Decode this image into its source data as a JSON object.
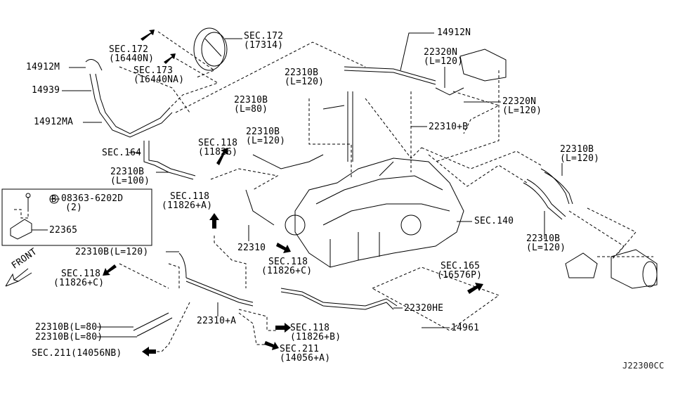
{
  "labels": {
    "sec172_top": [
      "SEC.172",
      "(17314)"
    ],
    "sec172_16440n": [
      "SEC.172",
      "(16440N)"
    ],
    "sec173": [
      "SEC.173",
      "(16440NA)"
    ],
    "p14912m": "14912M",
    "p14939": "14939",
    "p14912ma": "14912MA",
    "p14912n": "14912N",
    "p22320n_top": [
      "22320N",
      "(L=120)"
    ],
    "p22310b_120_a": [
      "22310B",
      "(L=120)"
    ],
    "p22310b_80_a": [
      "22310B",
      "(L=80)"
    ],
    "p22320n_right": [
      "22320N",
      "(L=120)"
    ],
    "p22310_b": "22310+B",
    "p22310b_120_b": [
      "22310B",
      "(L=120)"
    ],
    "sec118_11826": [
      "SEC.118",
      "(11826)"
    ],
    "sec164": "SEC.164",
    "p22310b_100": [
      "22310B",
      "(L=100)"
    ],
    "p22310b_120_right_top": [
      "22310B",
      "(L=120)"
    ],
    "bolt_b": "B",
    "bolt_part": [
      "08363-6202D",
      "(2)"
    ],
    "p22365": "22365",
    "sec118_11826a": [
      "SEC.118",
      "(11826+A)"
    ],
    "sec140": "SEC.140",
    "p22310b_120_right_bottom": [
      "22310B",
      "(L=120)"
    ],
    "p22310": "22310",
    "sec118_11826c_mid": [
      "SEC.118",
      "(11826+C)"
    ],
    "p22310b_120_left": "22310B(L=120)",
    "front": "FRONT",
    "sec118_11826c_left": [
      "SEC.118",
      "(11826+C)"
    ],
    "sec165": [
      "SEC.165",
      "(16576P)"
    ],
    "p22320he": "22320HE",
    "p22310b_80_1": "22310B(L=80)",
    "p22310b_80_2": "22310B(L=80)",
    "p22310_a": "22310+A",
    "sec118_11826b": [
      "SEC.118",
      "(11826+B)"
    ],
    "p14961": "14961",
    "sec211_14056a": [
      "SEC.211",
      "(14056+A)"
    ],
    "sec211_14056nb": "SEC.211(14056NB)",
    "diagram_code": "J22300CC"
  }
}
